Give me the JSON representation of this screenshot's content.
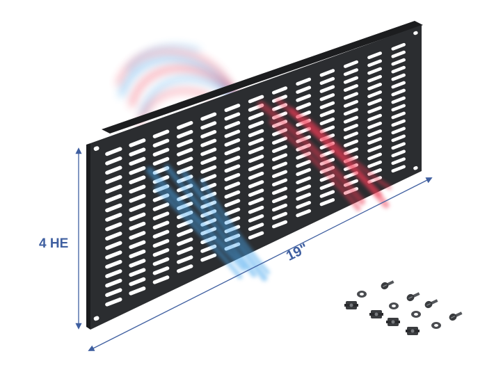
{
  "dimensions": {
    "height_label": "4 HE",
    "width_label": "19\""
  },
  "panel": {
    "slot_columns": 13,
    "slot_rows": 17,
    "panel_color": "#2b2d30",
    "slot_color": "#ffffff"
  },
  "airflow": {
    "cool_color": "#4aa8ee",
    "warm_color": "#ee3b55"
  },
  "hardware": {
    "screws": 4,
    "cage_nuts": 4,
    "washers": 4,
    "color": "#3a3c3f"
  },
  "colors": {
    "dimension_line": "#3f5fa0"
  }
}
